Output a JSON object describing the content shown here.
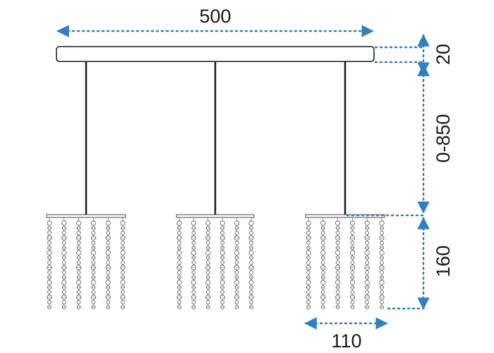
{
  "dimensions": {
    "width": "500",
    "canopy_height": "20",
    "drop": "0-850",
    "shade_height": "160",
    "shade_width": "110"
  },
  "colors": {
    "arrow": "#2f7fc1",
    "line": "#1a1a1a",
    "crystal": "#555555"
  }
}
